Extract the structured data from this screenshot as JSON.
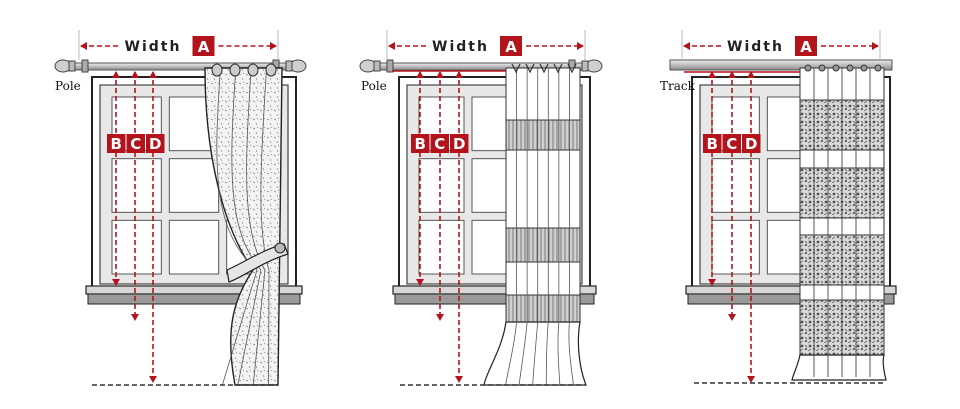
{
  "accent_color": "#b3141c",
  "panels": [
    {
      "width_word": "Width",
      "width_letter": "A",
      "mount_label": "Pole",
      "letters": [
        "B",
        "C",
        "D"
      ],
      "curtain": "tied-back"
    },
    {
      "width_word": "Width",
      "width_letter": "A",
      "mount_label": "Pole",
      "letters": [
        "B",
        "C",
        "D"
      ],
      "curtain": "banded-pleated"
    },
    {
      "width_word": "Width",
      "width_letter": "A",
      "mount_label": "Track",
      "letters": [
        "B",
        "C",
        "D"
      ],
      "curtain": "floral-banded"
    }
  ]
}
